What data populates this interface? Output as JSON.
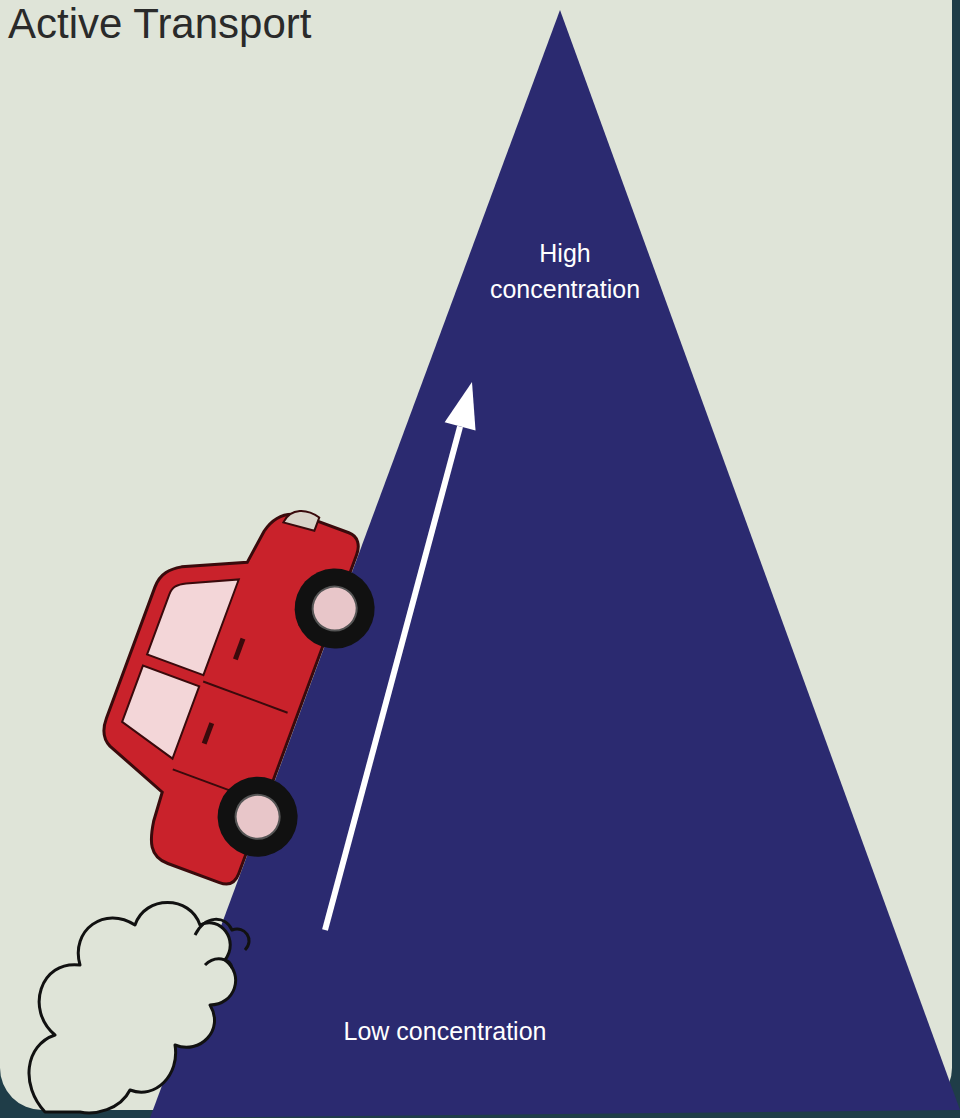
{
  "diagram": {
    "title": "Active Transport",
    "nodes": [
      {
        "text": [
          "High concentration",
          "Low concentration"
        ]
      }
    ]
  }
}
